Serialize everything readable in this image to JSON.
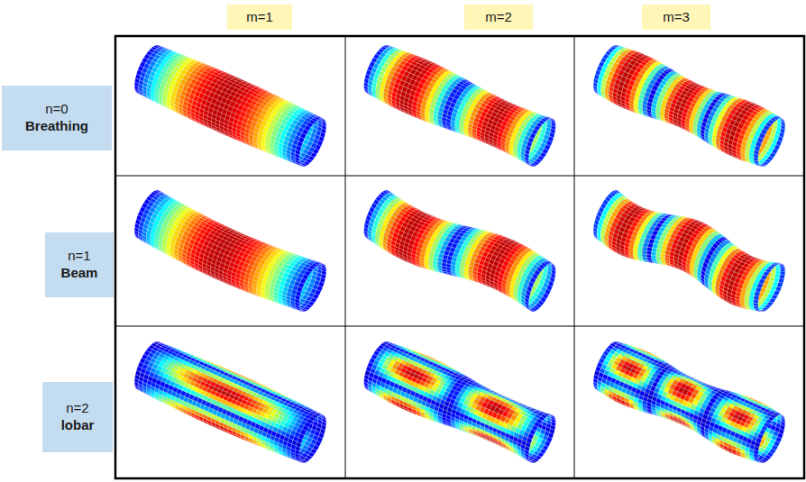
{
  "diagram": {
    "nodes": [
      {
        "text": [
          "m=1"
        ]
      },
      {
        "text": [
          "m=2"
        ]
      },
      {
        "text": [
          "m=3"
        ]
      },
      {
        "text": [
          "n=0",
          "Breathing"
        ]
      },
      {
        "text": [
          "n=1",
          "Beam"
        ]
      },
      {
        "text": [
          "n=2",
          "lobar"
        ]
      }
    ]
  }
}
